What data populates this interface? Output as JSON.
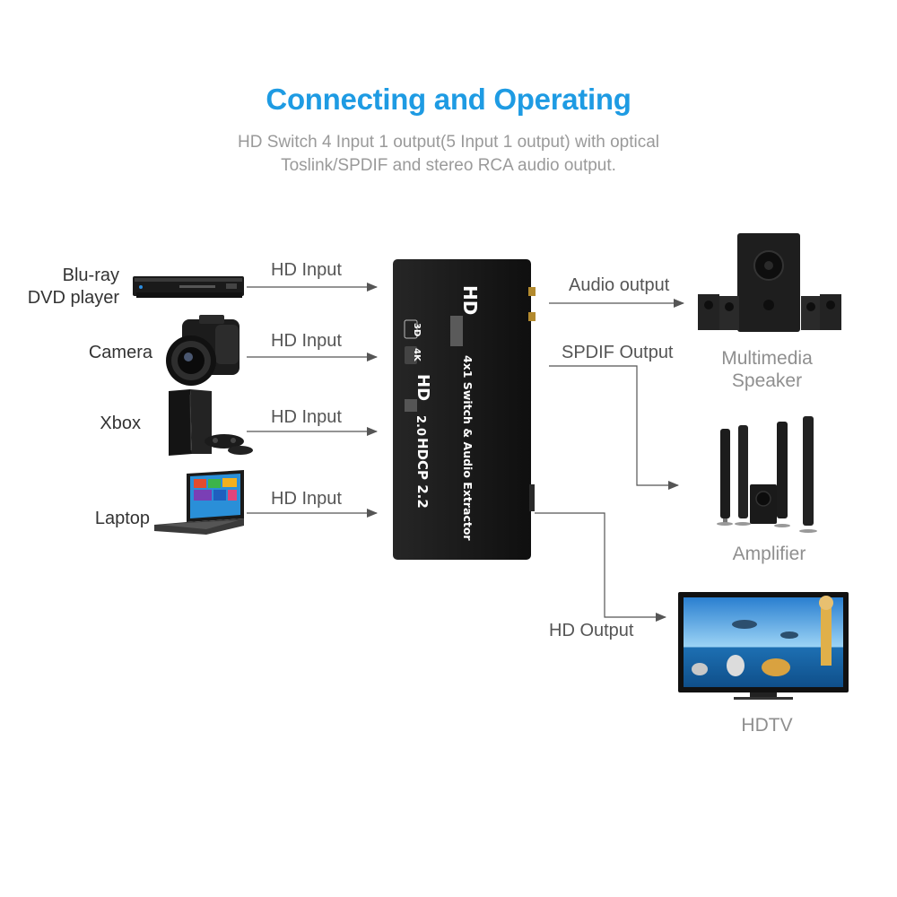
{
  "header": {
    "title": "Connecting and Operating",
    "subtitle_line1": "HD Switch 4 Input 1 output(5 Input 1 output) with optical",
    "subtitle_line2": "Toslink/SPDIF and stereo RCA audio output."
  },
  "inputs": [
    {
      "label_line1": "Blu-ray",
      "label_line2": "DVD player",
      "flow_label": "HD Input",
      "icon": "bluray-player-icon"
    },
    {
      "label": "Camera",
      "flow_label": "HD Input",
      "icon": "camera-icon"
    },
    {
      "label": "Xbox",
      "flow_label": "HD Input",
      "icon": "game-console-icon"
    },
    {
      "label": "Laptop",
      "flow_label": "HD Input",
      "icon": "laptop-icon"
    }
  ],
  "device": {
    "brand": "HD",
    "name": "4x1 Switch & Audio Extractor",
    "badge_3d": "3D",
    "badge_4k": "4K",
    "hd_version": "2.0",
    "hdcp": "HDCP 2.2",
    "color": "#1a1a1a"
  },
  "outputs": [
    {
      "flow_label": "Audio output",
      "label_line1": "Multimedia",
      "label_line2": "Speaker",
      "icon": "multimedia-speaker-icon"
    },
    {
      "flow_label": "SPDIF Output",
      "label": "Amplifier",
      "icon": "amplifier-speakers-icon"
    },
    {
      "flow_label": "HD Output",
      "label": "HDTV",
      "icon": "hdtv-icon"
    }
  ],
  "colors": {
    "title": "#1e9be3",
    "subtitle": "#9a9a9a",
    "arrow": "#555555"
  }
}
